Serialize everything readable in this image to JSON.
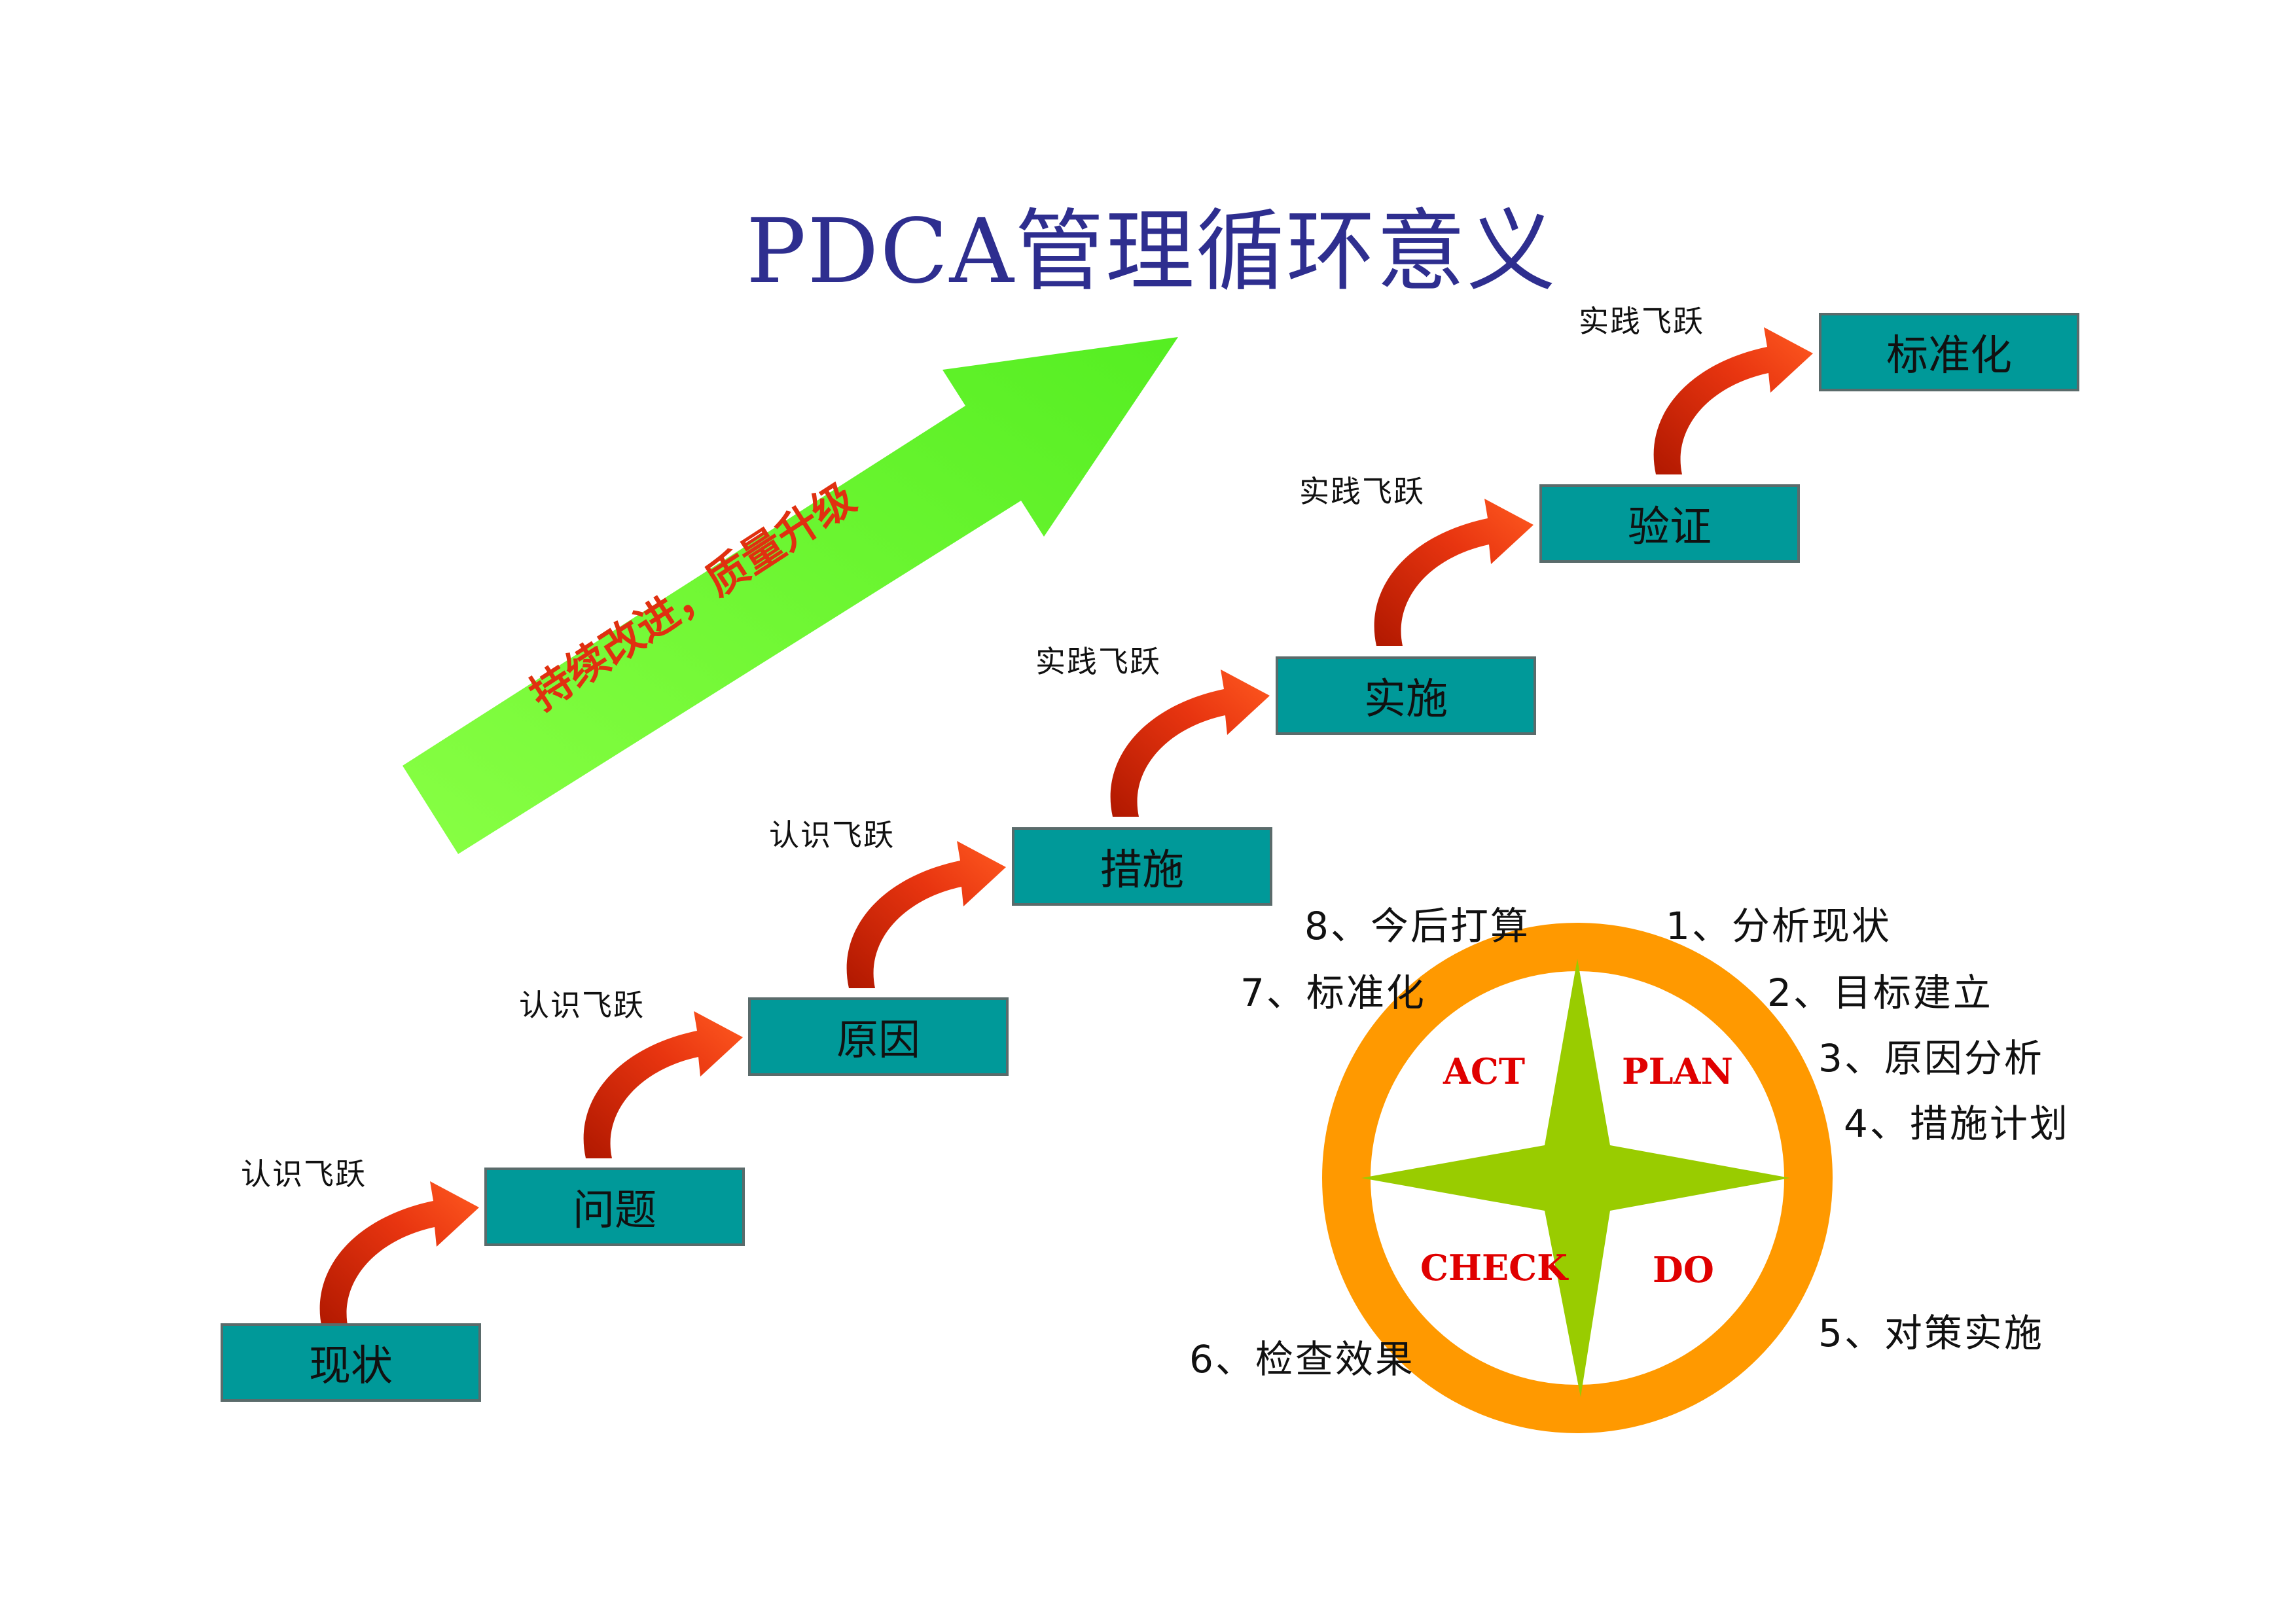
{
  "title": "PDCA管理循环意义",
  "arrow_text": "持续改进，质量升级",
  "stairs": [
    {
      "label": "现状"
    },
    {
      "label": "问题"
    },
    {
      "label": "原因"
    },
    {
      "label": "措施"
    },
    {
      "label": "实施"
    },
    {
      "label": "验证"
    },
    {
      "label": "标准化"
    }
  ],
  "leaps": [
    "认识飞跃",
    "认识飞跃",
    "认识飞跃",
    "实践飞跃",
    "实践飞跃",
    "实践飞跃"
  ],
  "cycle": {
    "quadrants": {
      "act": "ACT",
      "plan": "PLAN",
      "check": "CHECK",
      "do": "DO"
    },
    "steps": [
      "1、分析现状",
      "2、目标建立",
      "3、原因分析",
      "4、措施计划",
      "5、对策实施",
      "6、检查效果",
      "7、标准化",
      "8、今后打算"
    ]
  },
  "colors": {
    "title": "#2e2e8f",
    "box_fill": "#009999",
    "big_arrow": "#66ff33",
    "arrow_text": "#e03010",
    "curved_arrow": "#ff4010",
    "ring": "#ff9900",
    "star": "#99cc00",
    "quadrant_text": "#e00000"
  }
}
